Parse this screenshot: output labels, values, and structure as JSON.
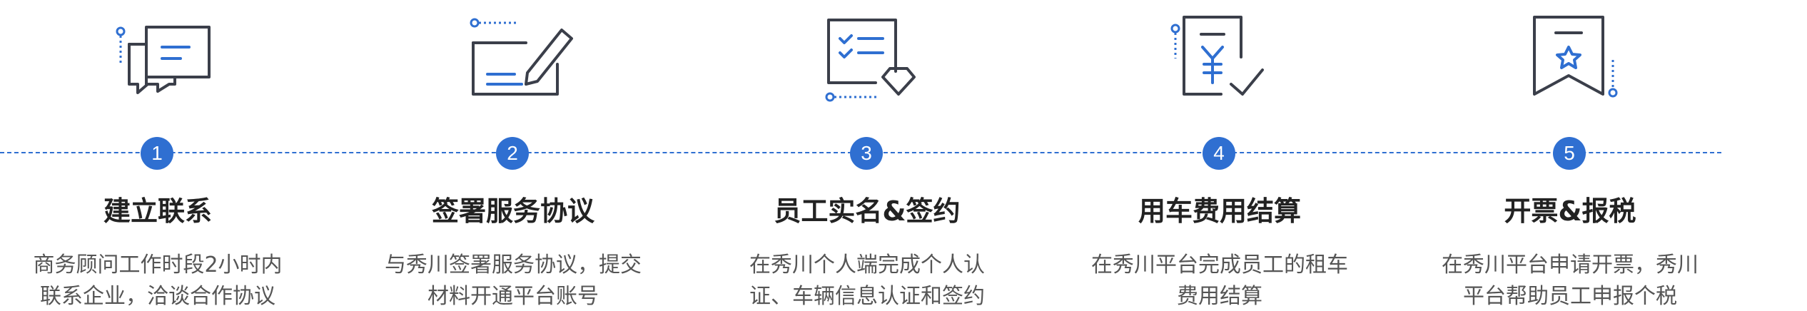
{
  "steps": [
    {
      "number": "1",
      "title": "建立联系",
      "desc_line1": "商务顾问工作时段2小时内",
      "desc_line2": "联系企业，洽谈合作协议",
      "icon": "chat-bubbles-icon"
    },
    {
      "number": "2",
      "title": "签署服务协议",
      "desc_line1": "与秀川签署服务协议，提交",
      "desc_line2": "材料开通平台账号",
      "icon": "sign-pen-icon"
    },
    {
      "number": "3",
      "title": "员工实名&签约",
      "desc_line1": "在秀川个人端完成个人认",
      "desc_line2": "证、车辆信息认证和签约",
      "icon": "checklist-certificate-icon"
    },
    {
      "number": "4",
      "title": "用车费用结算",
      "desc_line1": "在秀川平台完成员工的租车",
      "desc_line2": "费用结算",
      "icon": "yuan-receipt-check-icon"
    },
    {
      "number": "5",
      "title": "开票&报税",
      "desc_line1": "在秀川平台申请开票，秀川",
      "desc_line2": "平台帮助员工申报个税",
      "icon": "bookmark-star-icon"
    }
  ],
  "colors": {
    "accent": "#2f6fd1",
    "ink": "#3b3f4a",
    "title": "#222222",
    "desc": "#555555"
  }
}
